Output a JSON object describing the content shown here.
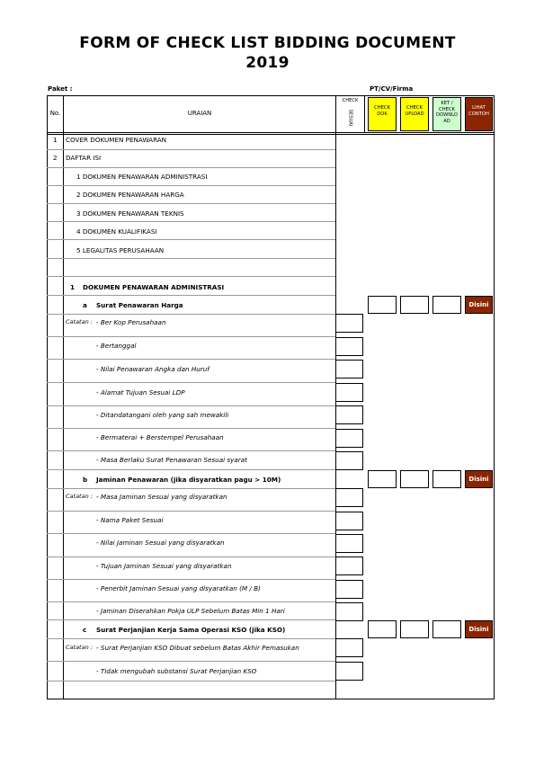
{
  "title_line1": "FORM OF CHECK LIST BIDDING DOCUMENT",
  "title_line2": "2019",
  "paket_label": "Paket :",
  "firma_label": "PT/CV/Firma",
  "headers": {
    "no": "No.",
    "uraian": "URAIAN",
    "check_sesuai_top": "CHECK",
    "check_sesuai_side": "SESUAI",
    "check_dok": "CHECK DOK",
    "check_upload": "CHECK UPLOAD",
    "ket_check_download": "KET / CHECK DOWNLO AD",
    "lihat_contoh": "LIHAT CONTOH"
  },
  "colors": {
    "check_dok": "#ffff00",
    "check_upload": "#ffff00",
    "ket_check_download": "#ccffcc",
    "lihat_contoh": "#8b2500"
  },
  "toc": [
    {
      "no": "1",
      "text": "COVER DOKUMEN PENAWARAN"
    },
    {
      "no": "2",
      "text": "DAFTAR ISI"
    }
  ],
  "toc_sub": [
    "1  DOKUMEN PENAWARAN ADMINISTRASI",
    "2  DOKUMEN PENAWARAN HARGA",
    "3  DOKUMEN PENAWARAN TEKNIS",
    "4  DOKUMEN KUALIFIKASI",
    "5  LEGALITAS PERUSAHAAN"
  ],
  "section1": {
    "no": "1",
    "text": "DOKUMEN PENAWARAN ADMINISTRASI"
  },
  "disini": "Disini",
  "catatan": "Catatan :",
  "groups": [
    {
      "letter": "a",
      "title": "Surat Penawaran Harga",
      "items": [
        "- Ber Kop Perusahaan",
        "- Bertanggal",
        "- Nilai Penawaran Angka dan Huruf",
        "- Alamat Tujuan Sesuai LDP",
        "- Ditandatangani oleh yang sah mewakili",
        "- Bermaterai + Berstempel Perusahaan",
        "- Masa Berlaku Surat Penawaran Sesuai syarat"
      ]
    },
    {
      "letter": "b",
      "title": "Jaminan Penawaran (jika disyaratkan pagu > 10M)",
      "items": [
        "- Masa Jaminan Sesuai yang disyaratkan",
        "- Nama Paket Sesuai",
        "- Nilai Jaminan Sesuai yang disyaratkan",
        "- Tujuan Jaminan Sesuai yang disyaratkan",
        "- Penerbit Jaminan Sesuai yang disyaratkan (M / B)",
        "- Jaminan Diserahkan Pokja ULP Sebelum Batas Min 1 Hari"
      ]
    },
    {
      "letter": "c",
      "title": "Surat Perjanjian Kerja Sama Operasi KSO (jika KSO)",
      "items": [
        "- Surat Perjanjian KSO Dibuat sebelum Batas Akhir Pemasukan",
        "- Tidak mengubah substansi Surat Perjanjian KSO"
      ]
    }
  ]
}
